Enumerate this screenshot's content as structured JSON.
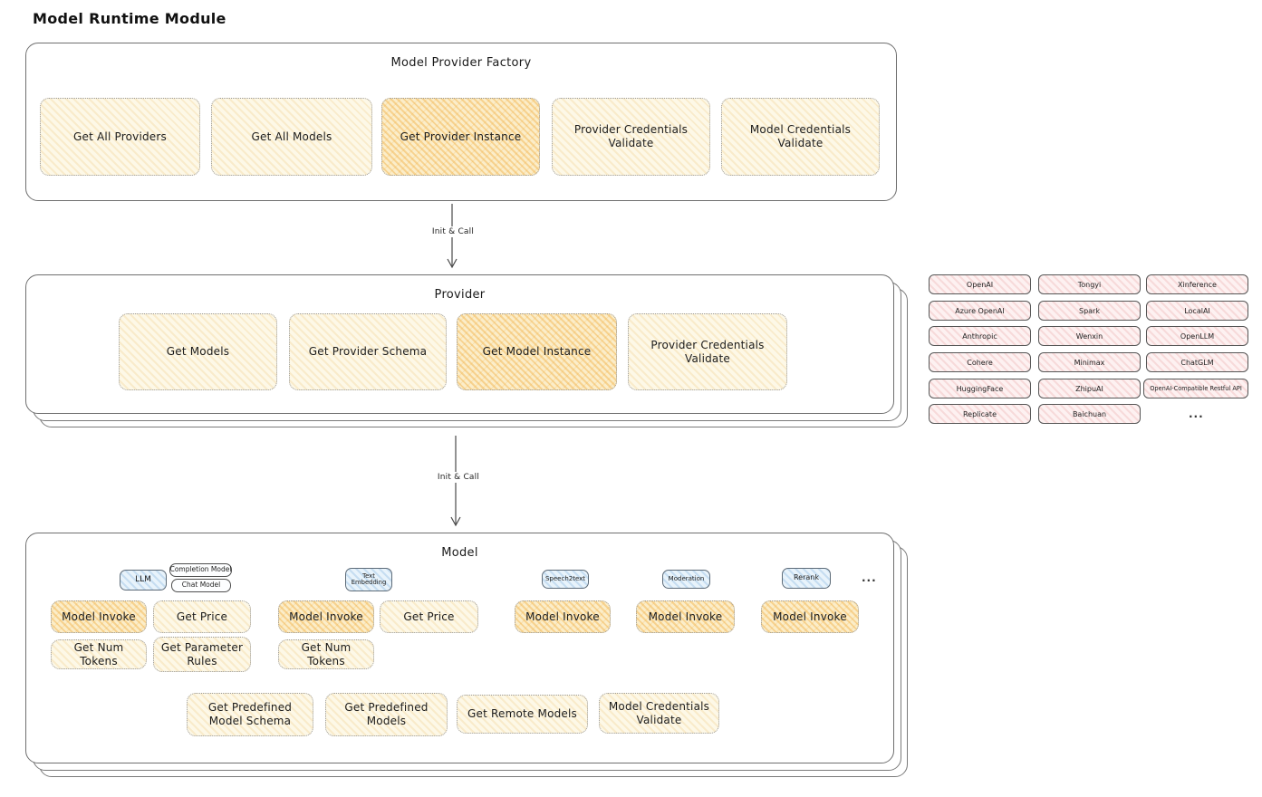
{
  "page_title": "Model Runtime Module",
  "flow": {
    "init_call_1": "Init & Call",
    "init_call_2": "Init & Call"
  },
  "factory": {
    "title": "Model Provider Factory",
    "cards": [
      "Get All Providers",
      "Get All Models",
      "Get Provider Instance",
      "Provider Credentials Validate",
      "Model Credentials Validate"
    ]
  },
  "provider": {
    "title": "Provider",
    "cards": [
      "Get Models",
      "Get Provider Schema",
      "Get Model Instance",
      "Provider Credentials Validate"
    ]
  },
  "providers_grid": {
    "col1": [
      "OpenAI",
      "Azure OpenAI",
      "Anthropic",
      "Cohere",
      "HuggingFace",
      "Replicate"
    ],
    "col2": [
      "Tongyi",
      "Spark",
      "Wenxin",
      "Minimax",
      "ZhipuAI",
      "Baichuan"
    ],
    "col3": [
      "Xinference",
      "LocalAI",
      "OpenLLM",
      "ChatGLM",
      "OpenAI-Compatible Restful API"
    ],
    "more": "..."
  },
  "model": {
    "title": "Model",
    "tabs": {
      "llm": "LLM",
      "completion_model": "Completion Model",
      "chat_model": "Chat Model",
      "text_embedding": "Text Embedding",
      "speech2text": "Speech2text",
      "moderation": "Moderation",
      "rerank": "Rerank",
      "more": "..."
    },
    "cards": {
      "model_invoke": "Model Invoke",
      "get_price": "Get Price",
      "get_num_tokens": "Get Num Tokens",
      "get_parameter_rules": "Get Parameter Rules",
      "get_predefined_model_schema": "Get Predefined Model Schema",
      "get_predefined_models": "Get Predefined Models",
      "get_remote_models": "Get Remote Models",
      "model_credentials_validate": "Model Credentials Validate"
    }
  },
  "colors": {
    "card_yellow": "#fdf8e7",
    "card_highlight": "#fbedc9",
    "pill_pink": "#fdf1f1",
    "tab_blue": "#e8f3fb",
    "border_gray": "#6f6f6f"
  }
}
